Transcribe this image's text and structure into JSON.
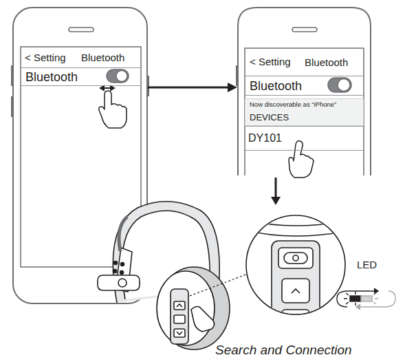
{
  "diagram": {
    "caption": "Search and Connection",
    "nodes": [
      {
        "text": [
          "< Setting",
          "Bluetooth"
        ]
      },
      {
        "text": [
          "Bluetooth"
        ],
        "in": 0
      },
      {
        "text": [
          "< Setting",
          "Bluetooth"
        ]
      },
      {
        "text": [
          "Bluetooth"
        ],
        "in": 2
      },
      {
        "text": [
          "Now discoverable as “iPhone”",
          "DEVICES"
        ],
        "in": 2
      },
      {
        "text": [
          "DY101"
        ],
        "in": 2
      }
    ],
    "edges": [
      {
        "from": 0,
        "to": 2,
        "arrow": "to"
      }
    ],
    "labels": [
      "LED"
    ]
  }
}
